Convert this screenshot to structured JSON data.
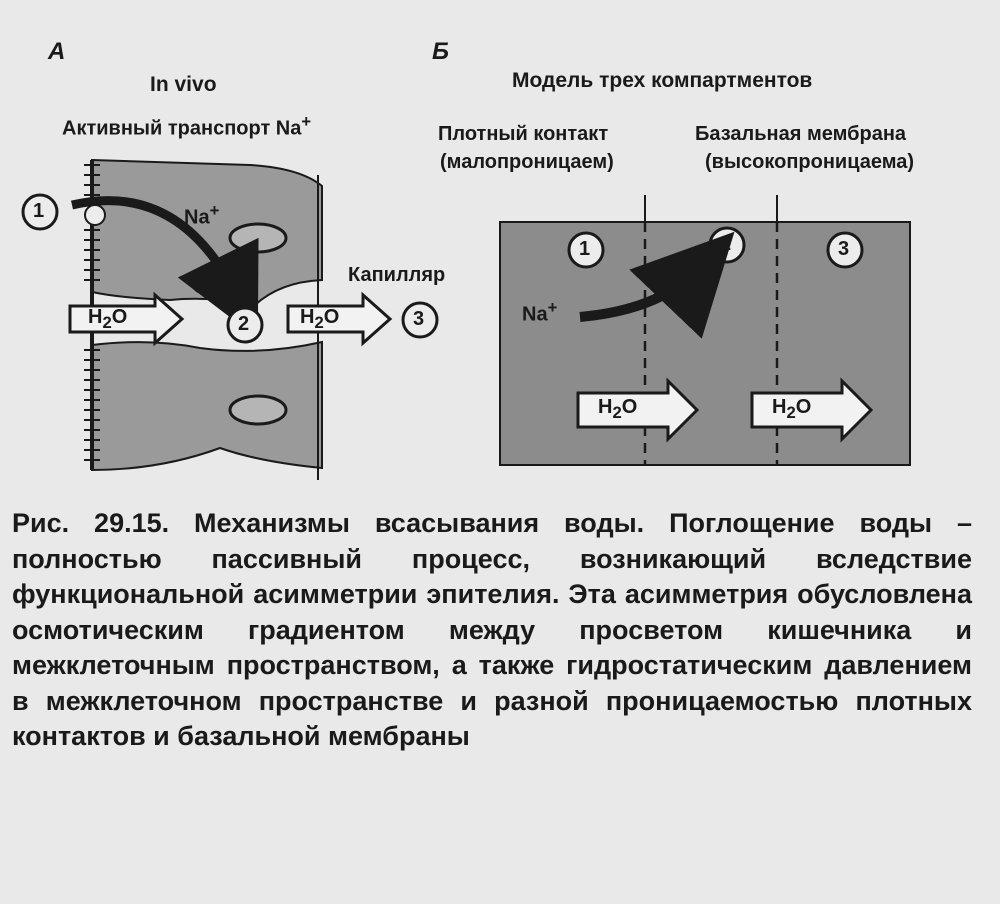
{
  "panel_a": {
    "letter": "А",
    "title": "In vivo",
    "subtitle": "Активный транспорт Na",
    "subtitle_sup": "+",
    "na_label": "Na",
    "na_sup": "+",
    "compartment_1": "1",
    "compartment_2": "2",
    "compartment_3": "3",
    "water_label": "H",
    "water_sub": "2",
    "water_tail": "O",
    "capillary_label": "Капилляр"
  },
  "panel_b": {
    "letter": "Б",
    "title": "Модель трех компартментов",
    "tight_junction_line1": "Плотный контакт",
    "tight_junction_line2": "(малопроницаем)",
    "basal_membrane_line1": "Базальная мембрана",
    "basal_membrane_line2": "(высокопроницаема)",
    "compartment_1": "1",
    "compartment_2": "2",
    "compartment_3": "3",
    "na_label": "Na",
    "na_sup": "+",
    "water_label": "H",
    "water_sub": "2",
    "water_tail": "O"
  },
  "caption": {
    "figure_number": "Рис. 29.15",
    "text": ". Механизмы всасывания воды. Поглощение воды – полностью пассивный процесс, возникающий вследствие функциональной асимметрии эпителия. Эта асимметрия обусловлена осмотическим градиентом между просветом кишечника и межклеточным пространством, а также гидростатическим давлением в межклеточном пространстве и разной проницаемостью плотных контактов и базальной мембраны"
  },
  "colors": {
    "cell_fill": "#9a9a9a",
    "chamber_fill": "#8c8c8c",
    "ink": "#1a1a1a",
    "paper": "#e9e9e9"
  }
}
